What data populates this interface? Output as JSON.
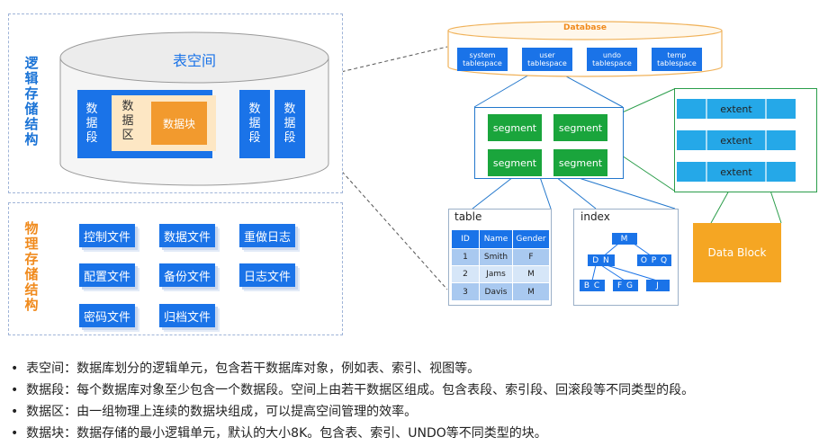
{
  "logical": {
    "title_chars": [
      "逻",
      "辑",
      "存",
      "储",
      "结",
      "构"
    ],
    "tablespace_label": "表空间",
    "segment_chars": [
      "数",
      "据",
      "段"
    ],
    "extent_chars": [
      "数",
      "据",
      "区"
    ],
    "block_label": "数据块"
  },
  "physical": {
    "title_chars": [
      "物",
      "理",
      "存",
      "储",
      "结",
      "构"
    ],
    "files": [
      "控制文件",
      "数据文件",
      "重做日志",
      "配置文件",
      "备份文件",
      "日志文件",
      "密码文件",
      "归档文件"
    ]
  },
  "database": {
    "label": "Database",
    "tablespaces": [
      {
        "line1": "system",
        "line2": "tablespace"
      },
      {
        "line1": "user",
        "line2": "tablespace"
      },
      {
        "line1": "undo",
        "line2": "tablespace"
      },
      {
        "line1": "temp",
        "line2": "tablespace"
      }
    ]
  },
  "segments": [
    "segment",
    "segment",
    "segment",
    "segment"
  ],
  "extents": [
    "extent",
    "extent",
    "extent"
  ],
  "data_block_label": "Data Block",
  "table": {
    "title": "table",
    "headers": [
      "ID",
      "Name",
      "Gender"
    ],
    "rows": [
      [
        "1",
        "Smith",
        "F"
      ],
      [
        "2",
        "Jams",
        "M"
      ],
      [
        "3",
        "Davis",
        "M"
      ]
    ]
  },
  "index": {
    "title": "index",
    "nodes": [
      "M",
      "D N",
      "O P Q",
      "B C",
      "F G",
      "J"
    ]
  },
  "bullets": [
    "表空间：数据库划分的逻辑单元，包含若干数据库对象，例如表、索引、视图等。",
    "数据段：每个数据库对象至少包含一个数据段。空间上由若干数据区组成。包含表段、索引段、回滚段等不同类型的段。",
    "数据区：由一组物理上连续的数据块组成，可以提高空间管理的效率。",
    "数据块：数据存储的最小逻辑单元，默认的大小8K。包含表、索引、UNDO等不同类型的块。"
  ],
  "colors": {
    "blue": "#1a73e8",
    "green": "#1aa53c",
    "orange": "#f5a623",
    "cyan": "#25a8e8"
  }
}
